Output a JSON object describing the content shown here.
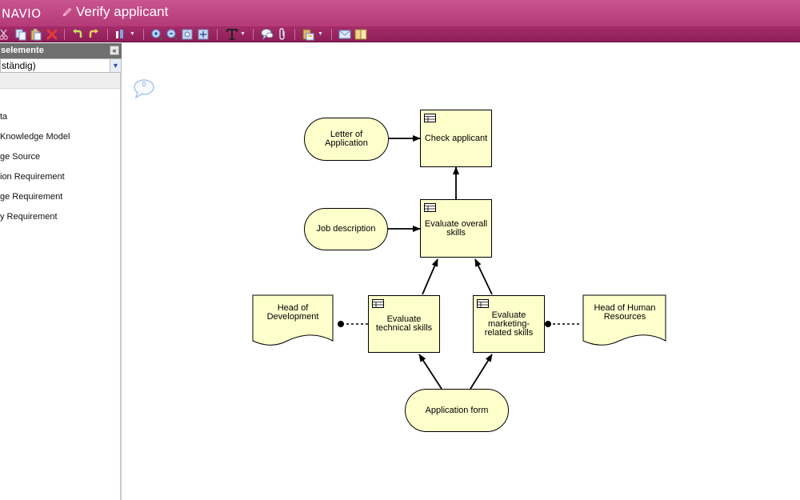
{
  "header": {
    "brand": "NAVIO",
    "title": "Verify applicant"
  },
  "toolbar": {
    "icons": [
      "cut-icon",
      "copy-icon",
      "paste-icon",
      "delete-icon",
      "undo-icon",
      "redo-icon",
      "align-icon",
      "zoom-in-icon",
      "zoom-out-icon",
      "zoom-fit-icon",
      "zoom-reset-icon",
      "text-format-icon",
      "comment-icon",
      "attachment-icon",
      "layout-icon",
      "mail-icon",
      "book-icon"
    ]
  },
  "sidebar": {
    "title": "selemente",
    "filter_value": "ständig)",
    "items": [
      {
        "label": "ta"
      },
      {
        "label": "Knowledge Model"
      },
      {
        "label": "ge Source"
      },
      {
        "label": "ion Requirement"
      },
      {
        "label": "ge Requirement"
      },
      {
        "label": "y Requirement"
      }
    ]
  },
  "canvas": {
    "comment_count": "0",
    "nodes": {
      "letter_of_application": "Letter of Application",
      "check_applicant": "Check applicant",
      "job_description": "Job description",
      "evaluate_overall_skills": "Evaluate overall skills",
      "head_of_development": "Head of Development",
      "evaluate_technical_skills": "Evaluate technical skills",
      "evaluate_marketing_skills": "Evaluate marketing-related skills",
      "head_of_human_resources": "Head of Human Resources",
      "application_form": "Application form"
    }
  },
  "colors": {
    "header": "#b43a78",
    "toolbar": "#9a2560",
    "node_fill": "#ffffcc",
    "sidebar_header": "#6f6f6f"
  }
}
